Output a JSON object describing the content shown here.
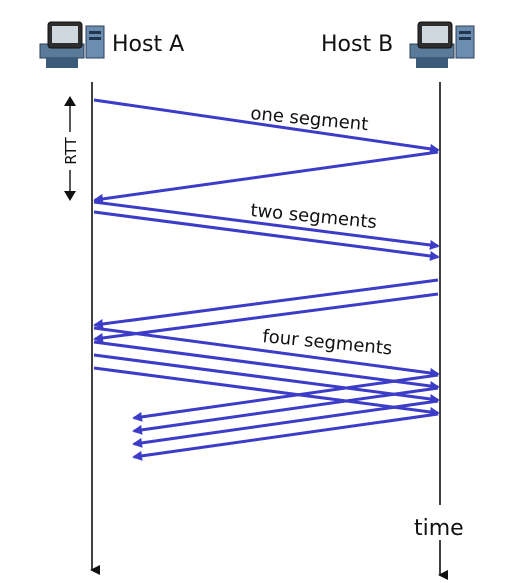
{
  "hosts": {
    "a_label": "Host A",
    "b_label": "Host B",
    "icon": "desktop-computer-icon"
  },
  "rtt_label": "RTT",
  "time_label": "time",
  "segment_labels": {
    "one": "one segment",
    "two": "two segments",
    "four": "four segments"
  },
  "colors": {
    "arrow": "#3c3cc8",
    "timeline": "#111111"
  },
  "rounds": [
    {
      "label": "one segment",
      "segments": 1,
      "acks": 1
    },
    {
      "label": "two segments",
      "segments": 2,
      "acks": 2
    },
    {
      "label": "four segments",
      "segments": 4,
      "acks": 4
    }
  ]
}
